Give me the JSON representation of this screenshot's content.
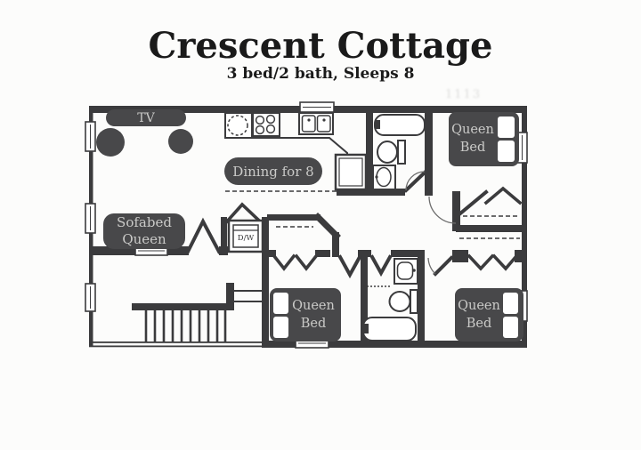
{
  "header": {
    "title": "Crescent Cottage",
    "subtitle": "3 bed/2 bath, Sleeps 8"
  },
  "floorplan": {
    "labels": {
      "tv": "TV",
      "dining": "Dining for 8",
      "sofabed_line1": "Sofabed",
      "sofabed_line2": "Queen",
      "washer_dryer": "D/W"
    },
    "beds": [
      {
        "line1": "Queen",
        "line2": "Bed"
      },
      {
        "line1": "Queen",
        "line2": "Bed"
      },
      {
        "line1": "Queen",
        "line2": "Bed"
      }
    ]
  },
  "scan_artifact": "1113",
  "colors": {
    "bg": "#fcfcfb",
    "title": "#1a1a1a",
    "wall": "#3b3b3d",
    "furniture": "#48484a",
    "label_text": "#cacac8",
    "line": "#3b3b3d"
  }
}
